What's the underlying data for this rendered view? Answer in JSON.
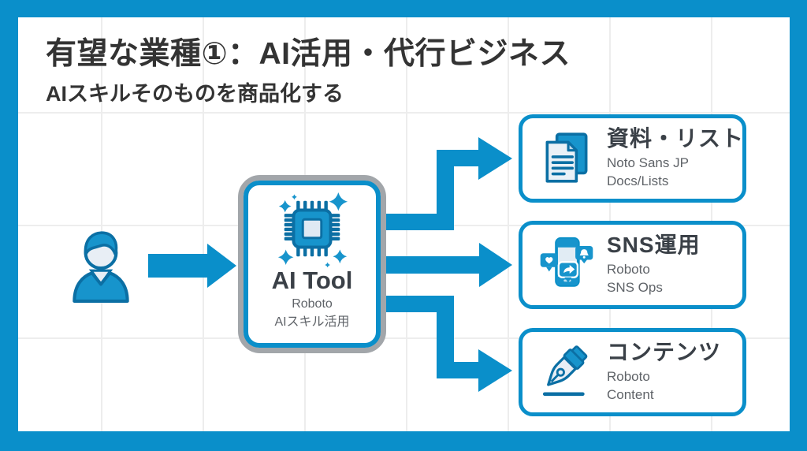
{
  "page": {
    "title": "有望な業種①：AI活用・代行ビジネス",
    "subtitle": "AIスキルそのものを商品化する"
  },
  "diagram": {
    "person": {
      "icon": "person-icon"
    },
    "ai_tool": {
      "icon": "chip-sparkles-icon",
      "title": "AI Tool",
      "subtitle1": "Roboto",
      "subtitle2": "AIスキル活用"
    },
    "outputs": [
      {
        "icon": "documents-icon",
        "title": "資料・リスト",
        "subtitle1": "Noto Sans JP",
        "subtitle2": "Docs/Lists"
      },
      {
        "icon": "smartphone-sns-icon",
        "title": "SNS運用",
        "subtitle1": "Roboto",
        "subtitle2": "SNS Ops"
      },
      {
        "icon": "pen-nib-icon",
        "title": "コンテンツ",
        "subtitle1": "Roboto",
        "subtitle2": "Content"
      }
    ],
    "arrows": [
      "person-to-ai-tool",
      "ai-tool-to-docs",
      "ai-tool-to-sns",
      "ai-tool-to-content"
    ]
  },
  "colors": {
    "frame_blue": "#0a8fca",
    "arrow_blue": "#0a8fca",
    "box_border_blue": "#0a8fca",
    "icon_blue": "#1794cc",
    "icon_dark_blue": "#0b6fa4",
    "icon_light_fill": "#e8eef5",
    "tool_box_gray": "#a2a6aa",
    "heading_text": "#333333",
    "secondary_text": "#5f6368"
  }
}
